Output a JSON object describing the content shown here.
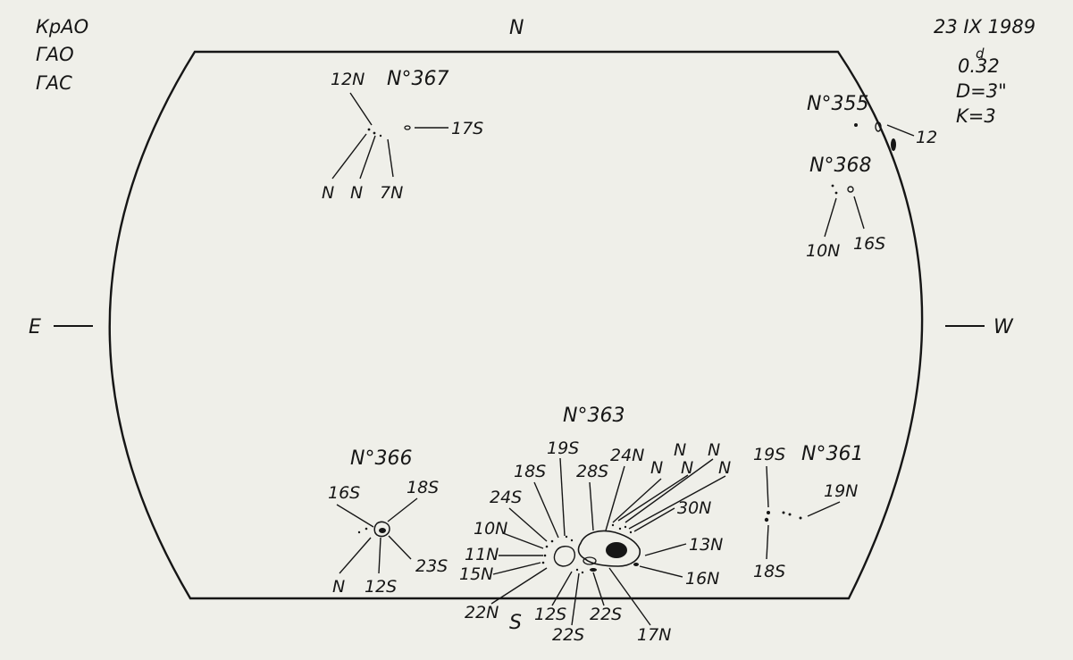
{
  "observatory": [
    "КрАО",
    "ГАО",
    "ГАС"
  ],
  "observation": {
    "date": "23 IX 1989",
    "time": "0.32",
    "time_sup": "d",
    "d": "D=3\"",
    "k": "K=3"
  },
  "directions": {
    "north": "N",
    "south": "S",
    "east": "E",
    "west": "W"
  },
  "groups": [
    {
      "id": "367",
      "title": "N°367",
      "labels": [
        "12N",
        "17S",
        "N",
        "N",
        "7N"
      ]
    },
    {
      "id": "355",
      "title": "N°355",
      "labels": [
        "12"
      ]
    },
    {
      "id": "368",
      "title": "N°368",
      "labels": [
        "10N",
        "16S"
      ]
    },
    {
      "id": "363",
      "title": "N°363",
      "labels": [
        "19S",
        "18S",
        "28S",
        "24N",
        "N",
        "N",
        "N",
        "N",
        "24S",
        "30N",
        "10N",
        "11N",
        "13N",
        "15N",
        "16N",
        "22N",
        "12S",
        "22S",
        "22S",
        "17N"
      ]
    },
    {
      "id": "366",
      "title": "N°366",
      "labels": [
        "16S",
        "18S",
        "23S",
        "N",
        "12S"
      ]
    },
    {
      "id": "361",
      "title": "N°361",
      "labels": [
        "19S",
        "19N",
        "18S"
      ]
    }
  ],
  "colors": {
    "ink": "#161616",
    "paper": "#efefe9"
  }
}
